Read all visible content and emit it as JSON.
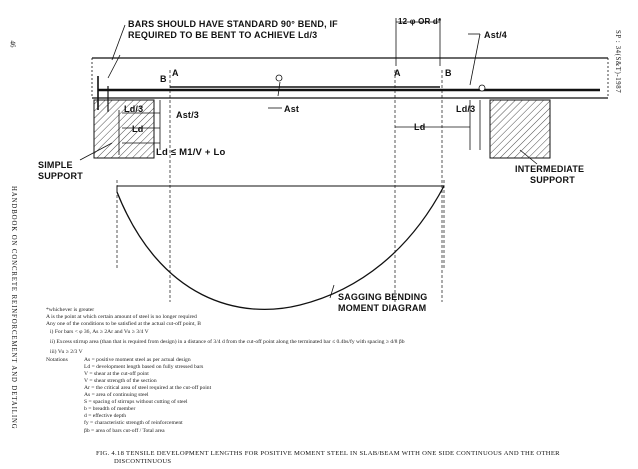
{
  "page_number": "46",
  "side_title": "HANDBOOK ON CONCRETE REINFORCEMENT AND DETAILING",
  "side_code": "SP : 34(S&T)-1987",
  "diagram": {
    "note_bend_line1": "BARS SHOULD HAVE STANDARD 90° BEND, IF",
    "note_bend_line2": "REQUIRED TO BE BENT TO ACHIEVE Ld/3",
    "dim_12phi": "12 φ OR d*",
    "ast4": "Ast/4",
    "ast3": "Ast/3",
    "ast": "Ast",
    "ld3_left": "Ld/3",
    "ld3_right": "Ld/3",
    "ld_left": "Ld",
    "ld_mid": "Ld",
    "ld_formula": "Ld ≤ M1/V + Lo",
    "point_a_left": "A",
    "point_b_left": "B",
    "point_a_right": "A",
    "point_b_right": "B",
    "simple_support_line1": "SIMPLE",
    "simple_support_line2": "SUPPORT",
    "intermediate_support_line1": "INTERMEDIATE",
    "intermediate_support_line2": "SUPPORT",
    "moment_label_line1": "SAGGING BENDING",
    "moment_label_line2": "MOMENT DIAGRAM"
  },
  "notes": [
    "*whichever is greater",
    "A is the point at which certain amount of steel is no longer required",
    "Any one of the conditions to be satisfied at the actual cut-off point, B",
    "i) For bars < φ 36, As ≥ 2Ar and Vu ≥ 3/4 V",
    "ii) Excess stirrup area (than that is required from design) in a distance of 3/4 d from the cut-off point along the terminated bar  ≤ 0.4bs/fy  with spacing ≥ d/8 βb",
    "iii) Vu ≥ 2/3 V"
  ],
  "notations_label": "Notations",
  "notations": [
    "As = positive moment steel as per actual design",
    "Ld = development length based on fully stressed bars",
    "V = shear at the cut-off point",
    "V = shear strength of the section",
    "Ar = the critical area of steel required at the cut-off point",
    "As = area of continuing steel",
    "S = spacing of stirrups without cutting of steel",
    "b = breadth of member",
    "d = effective depth",
    "fy = characteristic strength of reinforcement",
    "βb = area of bars cut-off / Total area"
  ],
  "caption_line1": "FIG. 4.18 TENSILE DEVELOPMENT LENGTHS FOR POSITIVE MOMENT STEEL IN SLAB/BEAM WITH ONE SIDE CONTINUOUS AND THE OTHER",
  "caption_line2": "DISCONTINUOUS"
}
